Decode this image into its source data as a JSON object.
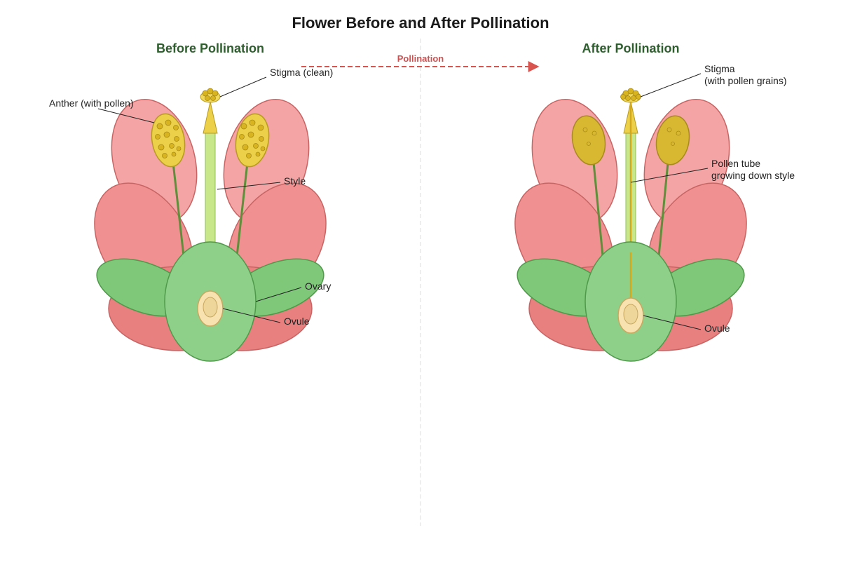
{
  "title": "Flower Before and After Pollination",
  "arrow": {
    "label": "Pollination",
    "color": "#d9534f"
  },
  "before": {
    "heading": "Before Pollination",
    "labels": {
      "stigma": "Stigma (clean)",
      "anther": "Anther (with pollen)",
      "style": "Style",
      "ovary": "Ovary",
      "ovule": "Ovule"
    }
  },
  "after": {
    "heading": "After Pollination",
    "labels": {
      "stigma_line1": "Stigma",
      "stigma_line2": "(with pollen grains)",
      "tube_line1": "Pollen tube",
      "tube_line2": "growing down style",
      "ovule": "Ovule"
    }
  },
  "colors": {
    "petal": "#f4a4a4",
    "sepal": "#7fc87a",
    "ovary": "#8ed08a",
    "pollen": "#d8b420",
    "heading": "#2e5e2e"
  }
}
